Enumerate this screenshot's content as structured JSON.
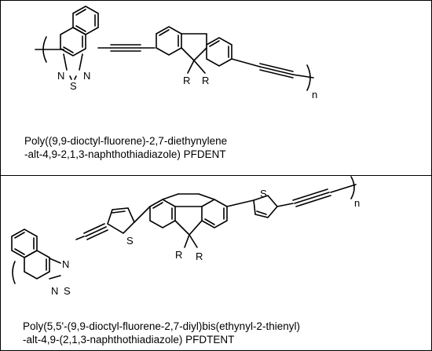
{
  "polymer1": {
    "caption_line1": "Poly((9,9-dioctyl-fluorene)-2,7-diethynylene",
    "caption_line2": "-alt-4,9-2,1,3-naphthothiadiazole) PFDENT",
    "atoms": {
      "n1": "N",
      "n2": "N",
      "s": "S",
      "r1": "R",
      "r2": "R",
      "subscript": "n"
    }
  },
  "polymer2": {
    "caption_line1": "Poly(5,5'-(9,9-dioctyl-fluorene-2,7-diyl)bis(ethynyl-2-thienyl)",
    "caption_line2": "-alt-4,9-(2,1,3-naphthothiadiazole) PFDTENT",
    "atoms": {
      "n1": "N",
      "n2": "N",
      "s_thiadiazole": "S",
      "s_thiophene1": "S",
      "s_thiophene2": "S",
      "r1": "R",
      "r2": "R",
      "subscript": "n"
    }
  }
}
